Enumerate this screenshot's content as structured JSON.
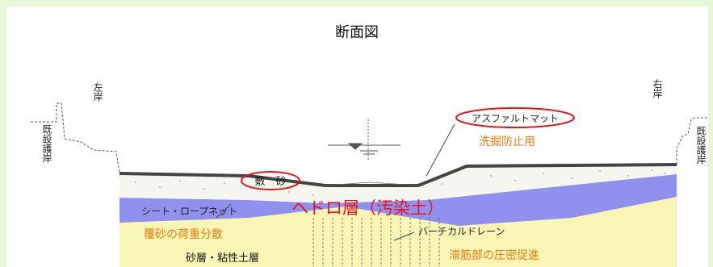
{
  "diagram": {
    "title": "断面図",
    "labels": {
      "left_bank": "左岸",
      "right_bank": "右岸",
      "revetment_left": "既設護岸",
      "revetment_right": "既設護岸",
      "asphalt_mat": "アスファルトマット",
      "scour_prevention": "洗掘防止用",
      "bed_sand": "敷　砂",
      "sheet_rope_net": "シート・ロープネット",
      "sludge_layer": "ヘドロ層（汚染土）",
      "load_distribution": "覆砂の荷重分散",
      "vertical_drain": "バーチカルドレーン",
      "consolidation": "滞筋部の圧密促進",
      "sand_clay_layer": "砂層・粘性土層"
    },
    "colors": {
      "background": "#e6f7d6",
      "sludge": "#9090ee",
      "sand": "#f9f5b4",
      "mat_line": "#444444",
      "highlight_red": "#e8141a",
      "note_orange": "#f07a10"
    }
  }
}
